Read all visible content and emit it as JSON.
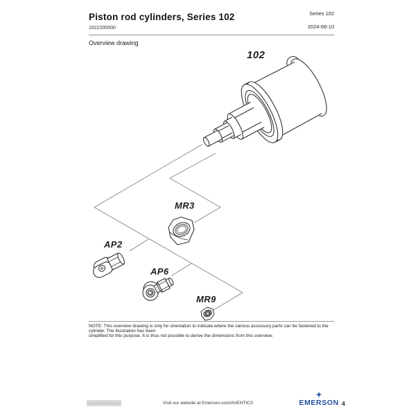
{
  "header": {
    "title": "Piston rod cylinders, Series 102",
    "doc_number": "1022200000",
    "series": "Series 102",
    "date": "2024-06-10"
  },
  "section": {
    "title": "Overview drawing"
  },
  "drawing": {
    "part_labels": {
      "cylinder": "102",
      "lock_nut": "MR3",
      "clevis": "AP2",
      "rod_eye": "AP6",
      "small_nut": "MR9"
    }
  },
  "note": {
    "lines": [
      "NOTE: This overview drawing is only for orientation to indicate where the various accessory parts can be fastened to the cylinder. The illustration has been",
      "simplified for this purpose. It is thus not possible to derive the dimensions from this overview."
    ]
  },
  "footer": {
    "website": "Visit our website at Emerson.com/AVENTICS",
    "brand": "EMERSON",
    "page": "4"
  },
  "colors": {
    "brand_blue": "#1f4e9c",
    "drawing_line": "#333333",
    "guide_line": "#7a7a7a",
    "rule_gray": "#8c8c8c"
  }
}
